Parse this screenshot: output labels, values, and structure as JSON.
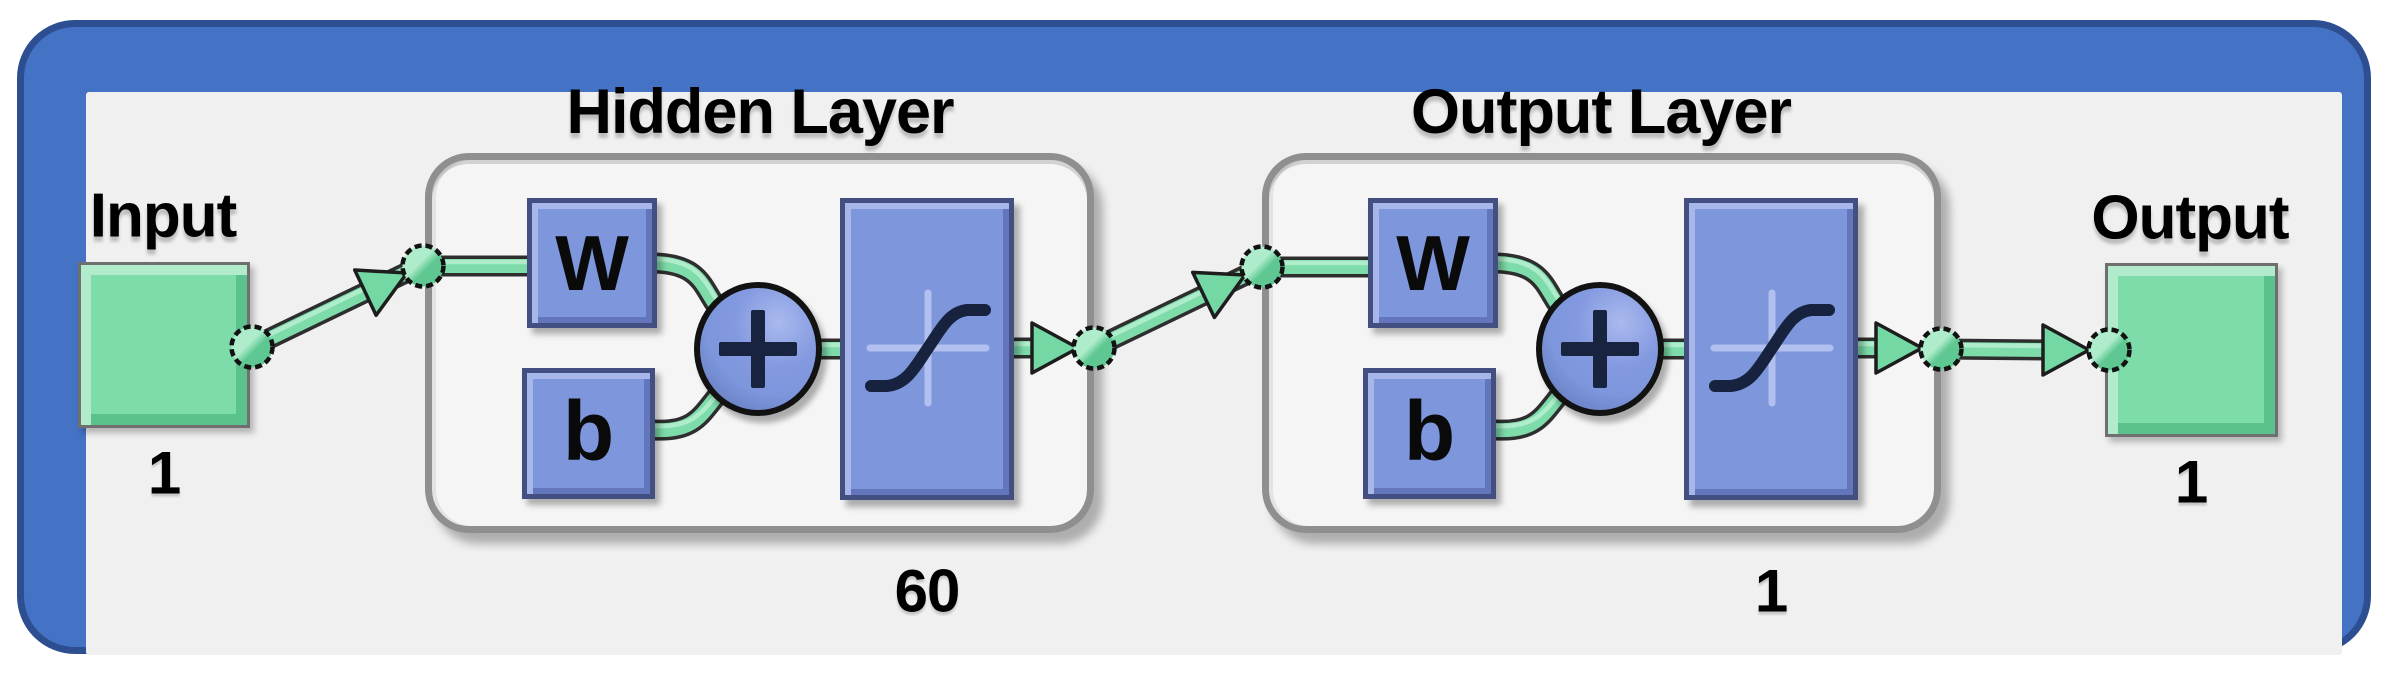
{
  "diagram": {
    "type": "neural-network-architecture",
    "input": {
      "label": "Input",
      "size": "1"
    },
    "output": {
      "label": "Output",
      "size": "1"
    },
    "layers": [
      {
        "title": "Hidden Layer",
        "weight_label": "W",
        "bias_label": "b",
        "sum_symbol": "+",
        "activation": "sigmoid-curve",
        "size": "60"
      },
      {
        "title": "Output Layer",
        "weight_label": "W",
        "bias_label": "b",
        "sum_symbol": "+",
        "activation": "sigmoid-curve",
        "size": "1"
      }
    ],
    "colors": {
      "frame_blue": "#4472c4",
      "frame_outline": "#2d4f92",
      "panel_bg": "#f0f0f0",
      "block_blue": "#7d96dc",
      "block_border": "#434e81",
      "green": "#7edcab",
      "green_dark": "#5bc28e",
      "node_outline": "#121212",
      "text": "#000000"
    }
  }
}
